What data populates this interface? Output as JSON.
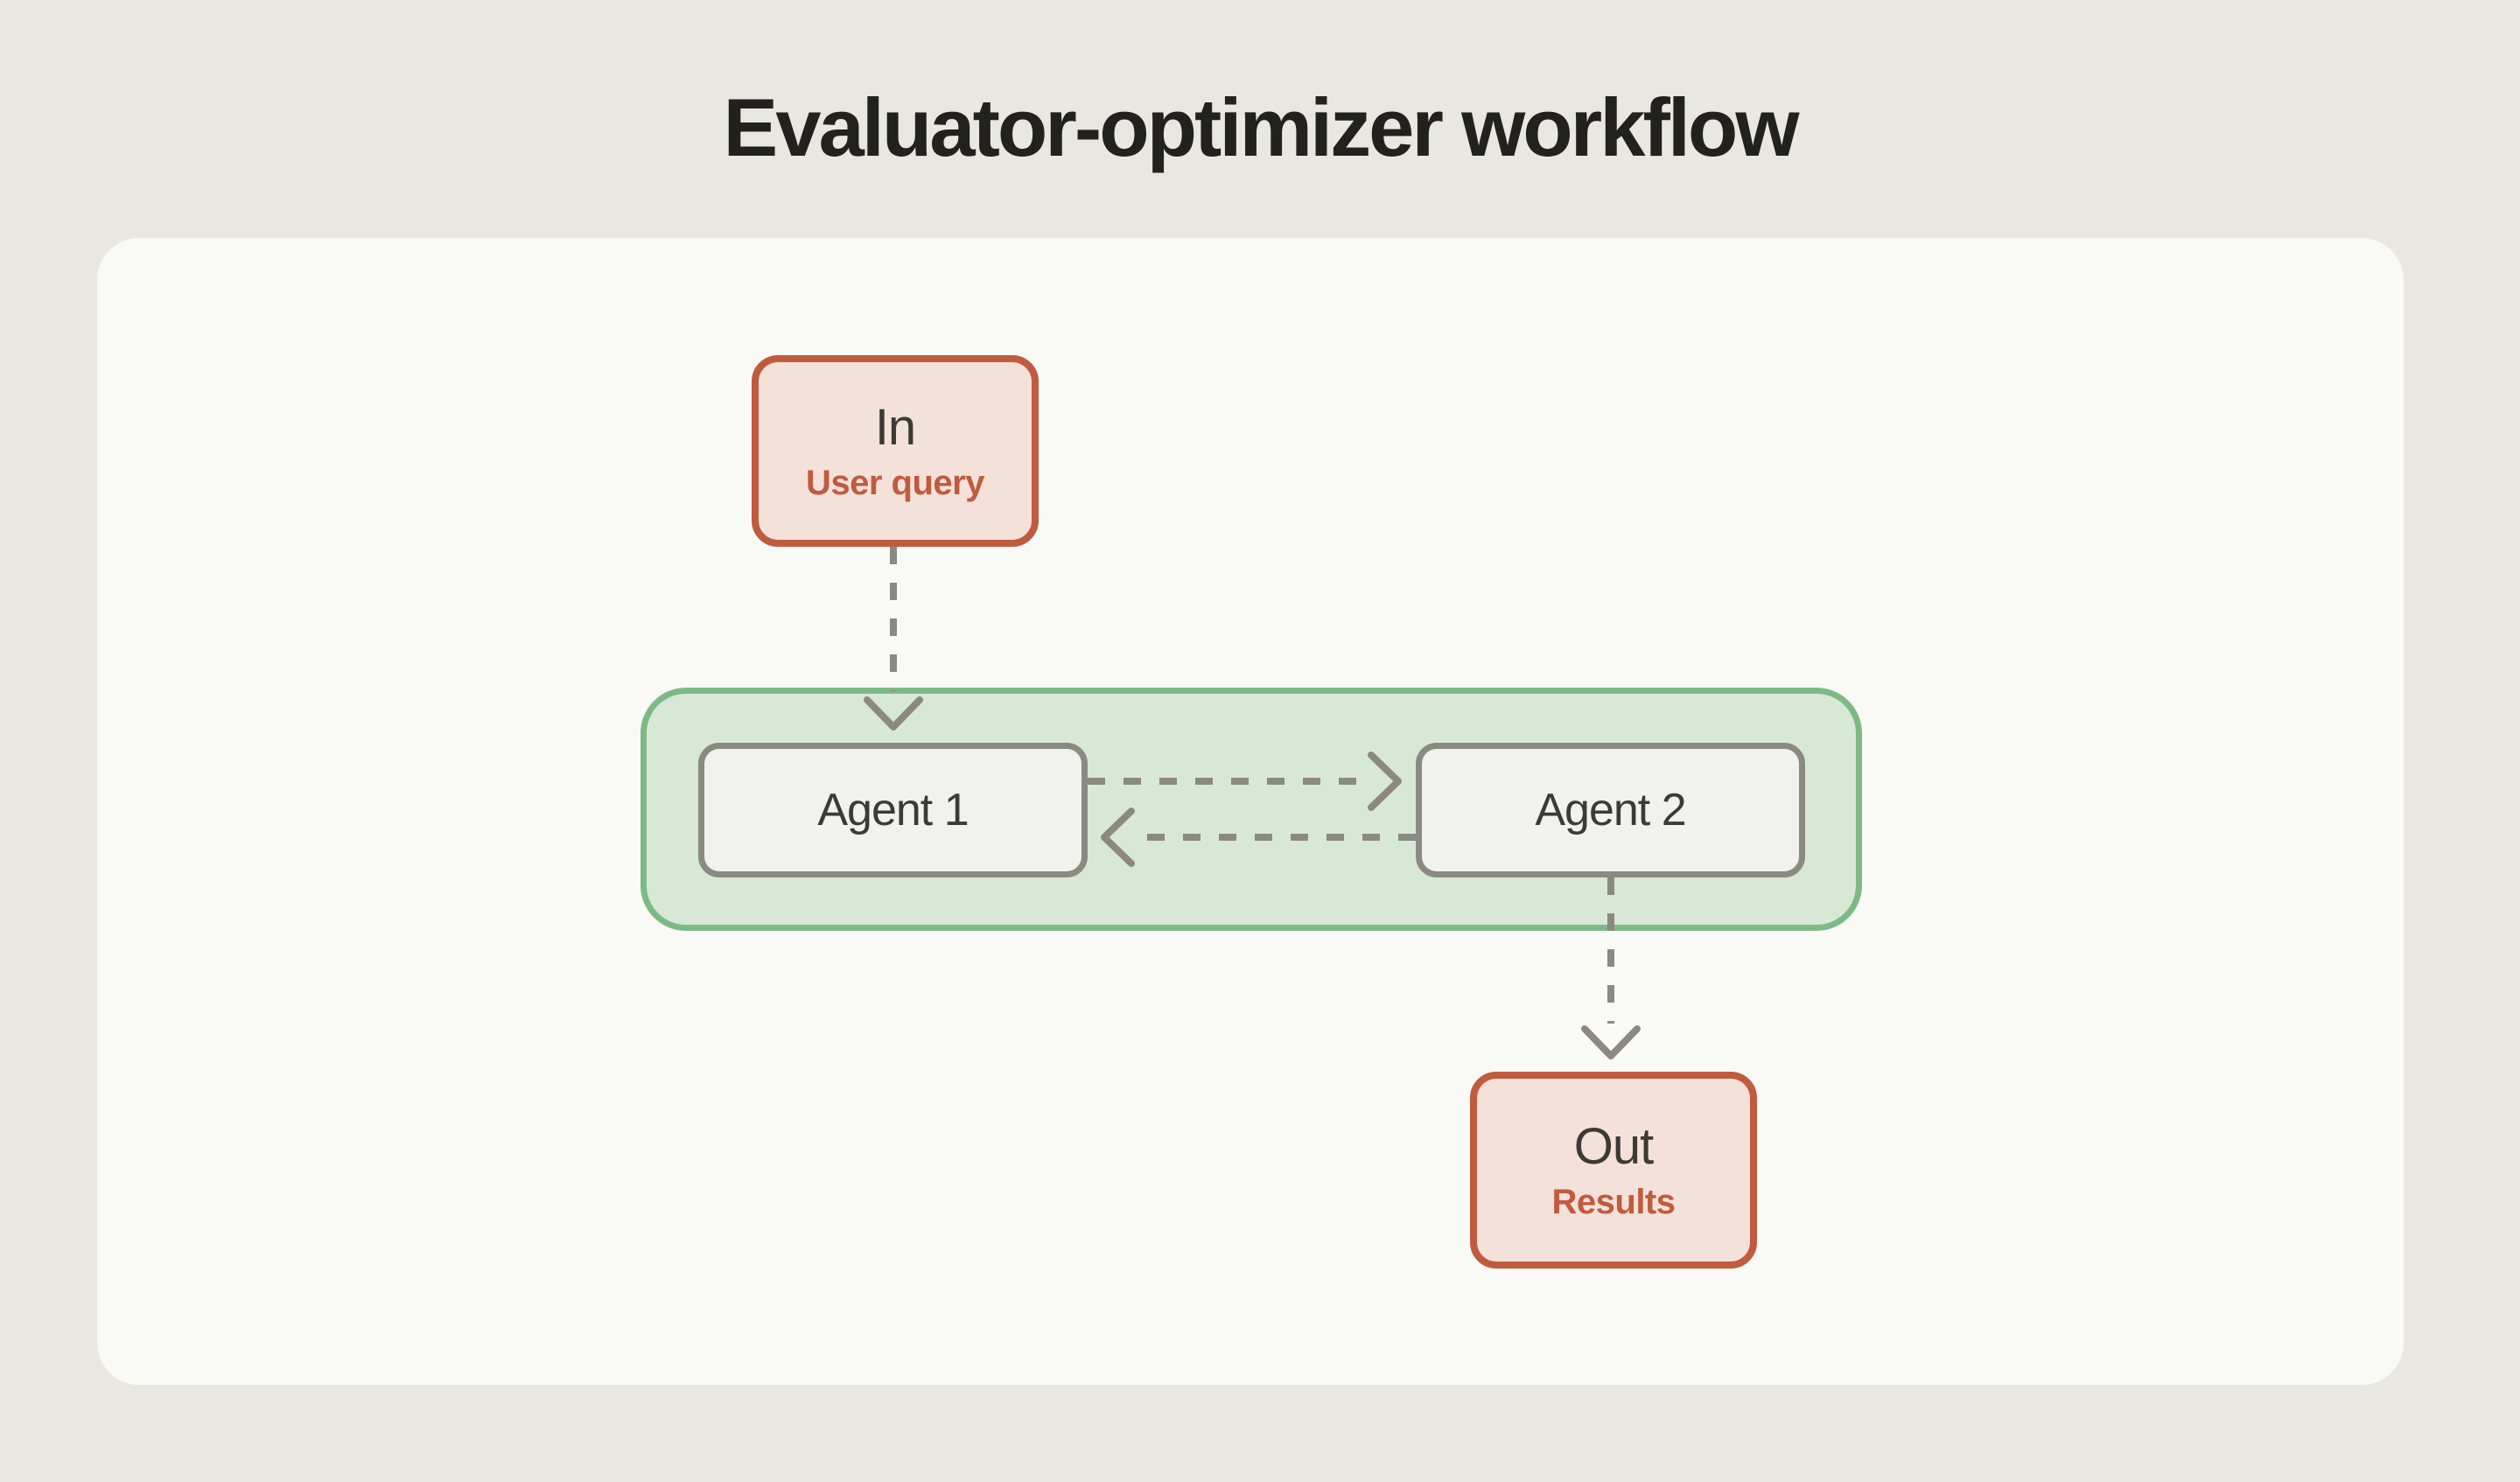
{
  "title": "Evaluator-optimizer workflow",
  "diagram": {
    "nodes": {
      "in": {
        "label": "In",
        "sublabel": "User query",
        "type": "endpoint"
      },
      "agent1": {
        "label": "Agent 1",
        "type": "agent"
      },
      "agent2": {
        "label": "Agent 2",
        "type": "agent"
      },
      "out": {
        "label": "Out",
        "sublabel": "Results",
        "type": "endpoint"
      }
    },
    "edges": [
      {
        "from": "in",
        "to": "agent1",
        "style": "dashed-arrow",
        "direction": "down"
      },
      {
        "from": "agent1",
        "to": "agent2",
        "style": "dashed-arrow",
        "direction": "right"
      },
      {
        "from": "agent2",
        "to": "agent1",
        "style": "dashed-arrow",
        "direction": "left"
      },
      {
        "from": "agent2",
        "to": "out",
        "style": "dashed-arrow",
        "direction": "down"
      }
    ]
  },
  "colors": {
    "page_bg": "#e9e8e0",
    "card_bg": "#f9f9f6",
    "accent_orange": "#c05b3e",
    "orange_fill": "#f4e1da",
    "green_border": "#7cba85",
    "green_fill": "#d8e8d6",
    "gray_border": "#8a8a82",
    "agent_fill": "#f1f2ed",
    "text_dark": "#3b3b35",
    "title_color": "#21211e"
  }
}
